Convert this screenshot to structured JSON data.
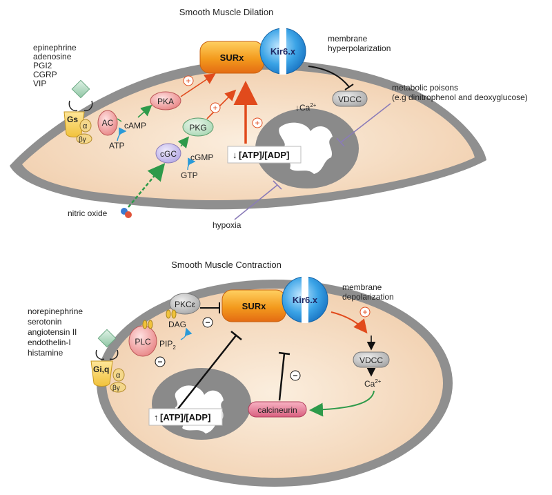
{
  "top": {
    "title": "Smooth Muscle Dilation",
    "agonists": [
      "epinephrine",
      "adenosine",
      "PGI2",
      "CGRP",
      "VIP"
    ],
    "receptor": "Gs",
    "alpha": "α",
    "betagamma": "βγ",
    "ac": "AC",
    "camp": "cAMP",
    "atp": "ATP",
    "pka": "PKA",
    "pkg": "PKG",
    "cgc": "cGC",
    "cgmp": "cGMP",
    "gtp": "GTP",
    "surx": "SURx",
    "kir": "Kir6.x",
    "membrane_line1": "membrane",
    "membrane_line2": "hyperpolarization",
    "vdcc": "VDCC",
    "ca": "Ca",
    "ca_sup": "2+",
    "ca_arrow": "↓",
    "metabolic_line1": "metabolic poisons",
    "metabolic_line2": "(e.g dinitrophenol and deoxyglucose)",
    "ratio_arrow": "↓",
    "ratio": "[ATP]/[ADP]",
    "nitric_oxide": "nitric oxide",
    "hypoxia": "hypoxia",
    "plus": "+"
  },
  "bottom": {
    "title": "Smooth Muscle Contraction",
    "agonists": [
      "norepinephrine",
      "serotonin",
      "angiotensin II",
      "endothelin-I",
      "histamine"
    ],
    "receptor": "Gi,q",
    "alpha": "α",
    "betagamma": "βγ",
    "plc": "PLC",
    "pip": "PIP",
    "pip_sub": "2",
    "dag": "DAG",
    "pkc": "PKCε",
    "surx": "SURx",
    "kir": "Kir6.x",
    "membrane_line1": "membrane",
    "membrane_line2": "depolarization",
    "vdcc": "VDCC",
    "ca": "Ca",
    "ca_sup": "2+",
    "calcineurin": "calcineurin",
    "ratio_arrow": "↑",
    "ratio": "[ATP]/[ADP]",
    "plus": "+",
    "minus": "−"
  },
  "colors": {
    "membrane": "#8f8f8f",
    "cytoplasm": "#f6dcc4",
    "surx": "#f29a1e",
    "kir": "#2f9be0",
    "activation": "#e14a1c",
    "green": "#2e9a4a",
    "blue": "#2a9ad8",
    "inhibit": "#1a1a1a",
    "purple": "#8a7bb8"
  }
}
